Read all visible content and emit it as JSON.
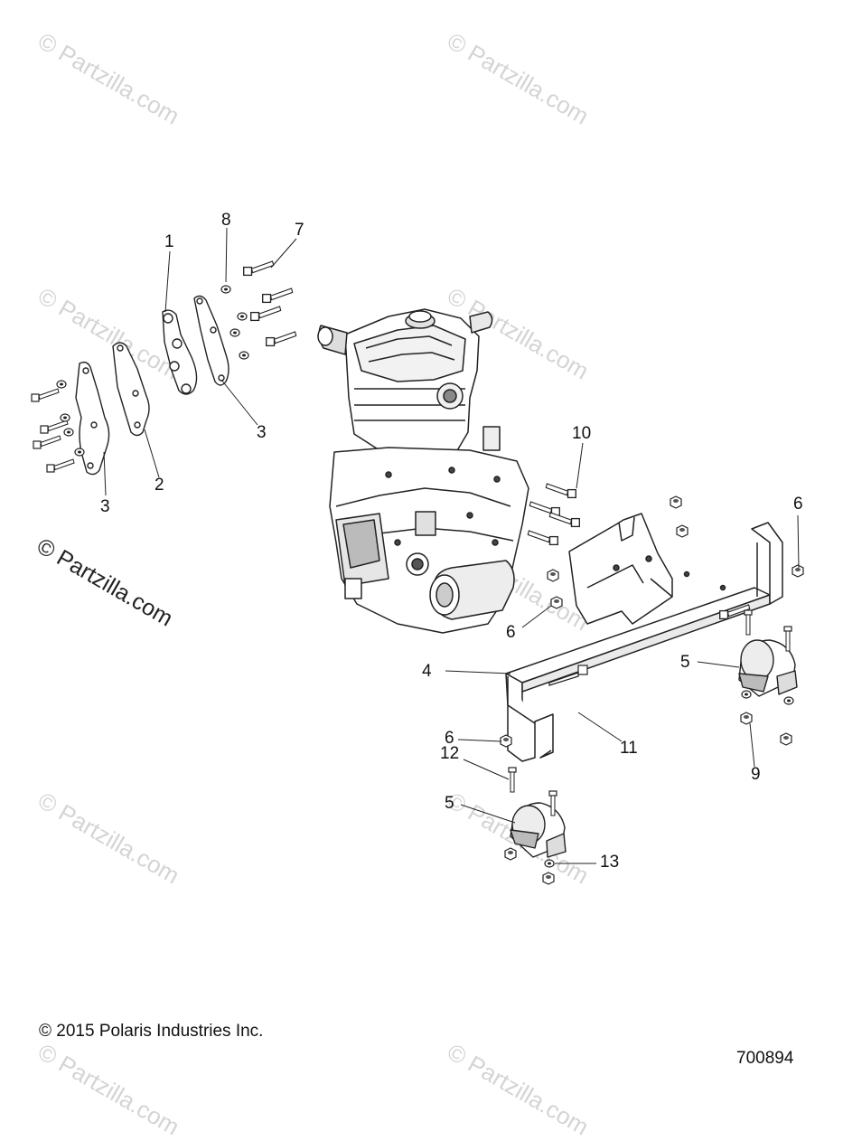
{
  "watermark": {
    "text": "© Partzilla.com"
  },
  "callouts": [
    {
      "id": "c1",
      "label": "1"
    },
    {
      "id": "c2",
      "label": "2"
    },
    {
      "id": "c3a",
      "label": "3"
    },
    {
      "id": "c3b",
      "label": "3"
    },
    {
      "id": "c4",
      "label": "4"
    },
    {
      "id": "c5a",
      "label": "5"
    },
    {
      "id": "c5b",
      "label": "5"
    },
    {
      "id": "c6a",
      "label": "6"
    },
    {
      "id": "c6b",
      "label": "6"
    },
    {
      "id": "c6c",
      "label": "6"
    },
    {
      "id": "c7",
      "label": "7"
    },
    {
      "id": "c8",
      "label": "8"
    },
    {
      "id": "c9",
      "label": "9"
    },
    {
      "id": "c10",
      "label": "10"
    },
    {
      "id": "c11",
      "label": "11"
    },
    {
      "id": "c12",
      "label": "12"
    },
    {
      "id": "c13",
      "label": "13"
    }
  ],
  "footer": {
    "copyright": "© 2015 Polaris Industries Inc.",
    "diagram_number": "700894"
  }
}
